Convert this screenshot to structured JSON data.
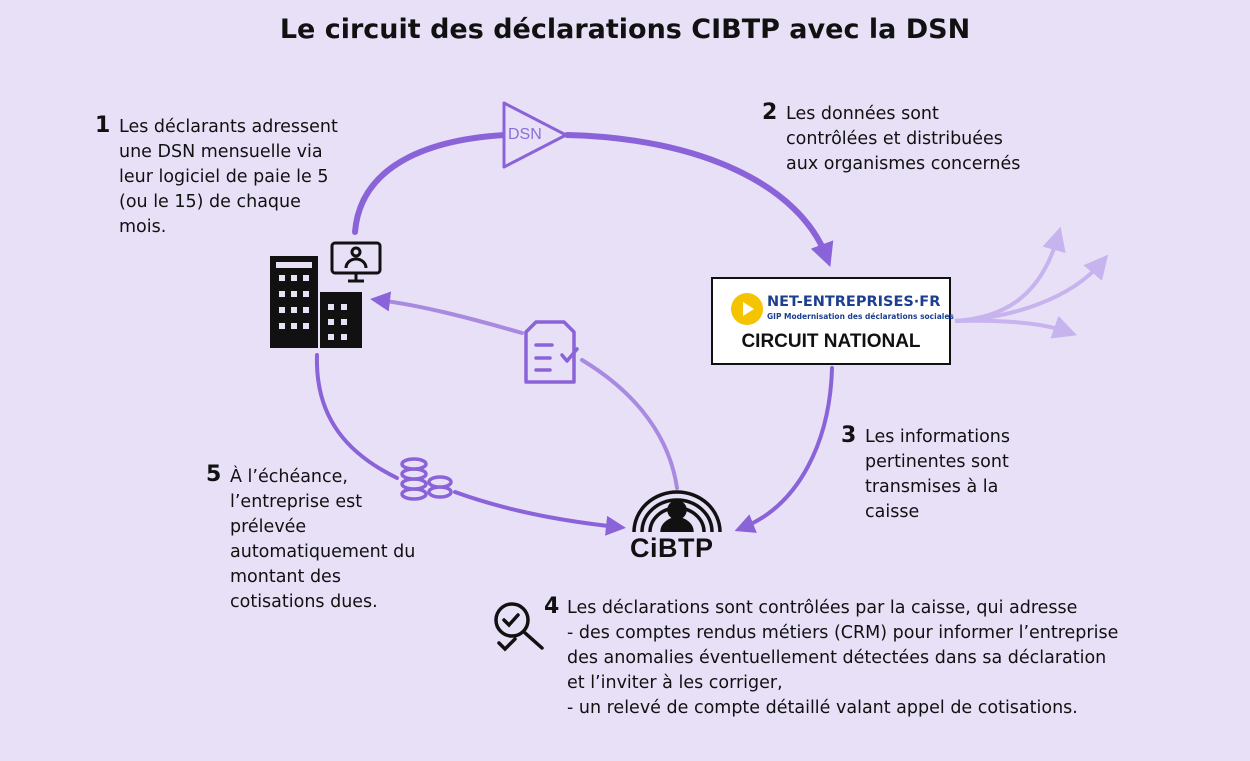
{
  "title": "Le circuit des déclarations CIBTP avec la DSN",
  "colors": {
    "background": "#e8e0f7",
    "arrow_dark": "#8a63d8",
    "arrow_medium": "#a88ae0",
    "arrow_light": "#c7b3ee",
    "net_entreprises_blue": "#1d3f8f",
    "net_entreprises_yellow": "#f5c400"
  },
  "steps": [
    {
      "num": "1",
      "lines": [
        "Les déclarants adressent",
        "une DSN mensuelle via",
        "leur logiciel de paie le 5",
        "(ou le 15) de chaque",
        "mois."
      ]
    },
    {
      "num": "2",
      "lines": [
        "Les données sont",
        "contrôlées et distribuées",
        "aux organismes concernés"
      ]
    },
    {
      "num": "3",
      "lines": [
        "Les informations",
        "pertinentes sont",
        "transmises à la",
        "caisse"
      ]
    },
    {
      "num": "4",
      "lines": [
        "Les déclarations sont contrôlées par la caisse, qui adresse",
        "- des comptes rendus métiers (CRM) pour informer l’entreprise",
        "des anomalies éventuellement détectées dans sa déclaration",
        "et l’inviter à les corriger,",
        "- un relevé de compte détaillé valant appel de cotisations."
      ]
    },
    {
      "num": "5",
      "lines": [
        "À l’échéance,",
        "l’entreprise est",
        "prélevée",
        "automatiquement du",
        "montant des",
        "cotisations dues."
      ]
    }
  ],
  "dsn_label": "DSN",
  "net_entreprises": {
    "name": "NET-ENTREPRISES·FR",
    "subtitle": "GIP Modernisation des déclarations sociales",
    "circuit_label": "CIRCUIT NATIONAL"
  },
  "cibtp_label": "CiBTP",
  "icons": [
    "building-icon",
    "computer-user-icon",
    "dsn-play-icon",
    "document-check-icon",
    "coins-icon",
    "cibtp-logo-icon",
    "magnifier-check-icon",
    "outgoing-arrows-icon"
  ]
}
